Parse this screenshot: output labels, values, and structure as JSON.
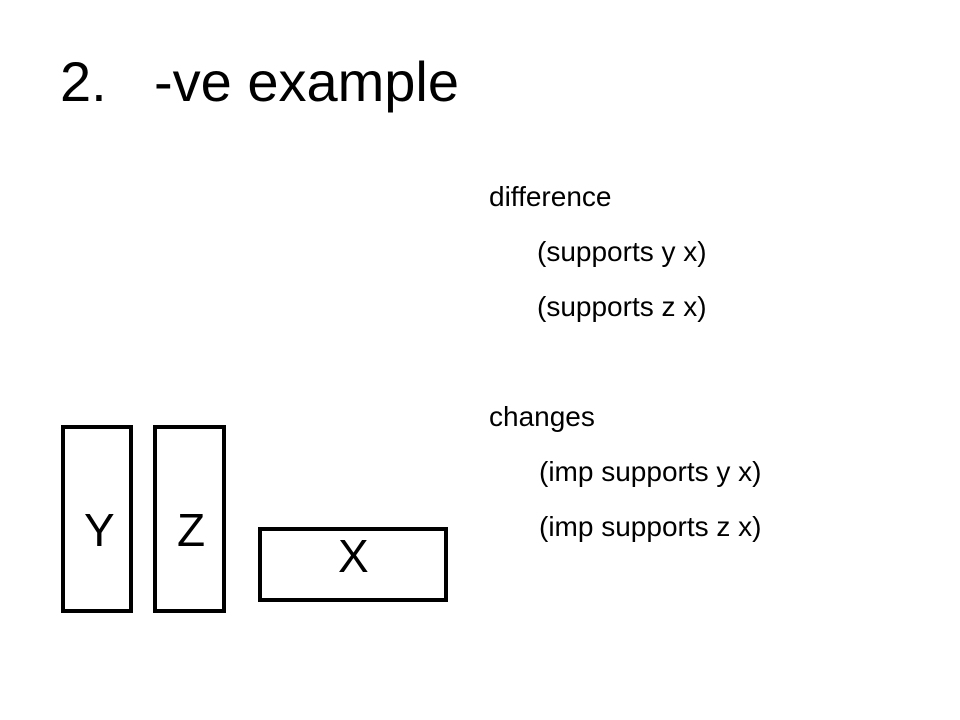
{
  "title": {
    "number": "2.",
    "text": "-ve example"
  },
  "difference": {
    "heading": "difference",
    "lines": [
      "(supports y x)",
      "(supports z x)"
    ]
  },
  "changes": {
    "heading": "changes",
    "lines": [
      "(imp supports y x)",
      "(imp supports z x)"
    ]
  },
  "blocks": {
    "y": "Y",
    "z": "Z",
    "x": "X"
  }
}
